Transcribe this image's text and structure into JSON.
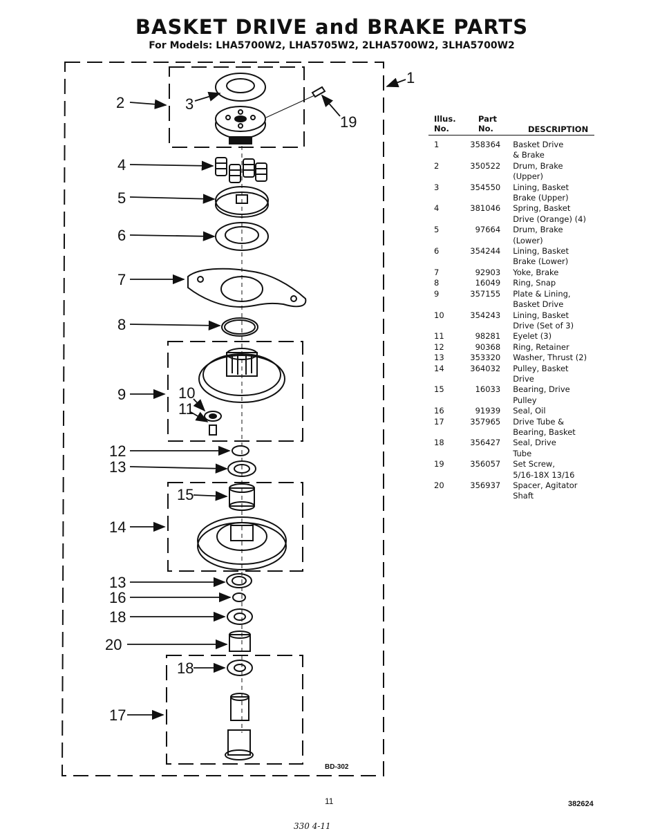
{
  "header": {
    "title": "BASKET DRIVE and BRAKE PARTS",
    "subtitle": "For Models: LHA5700W2, LHA5705W2, 2LHA5700W2, 3LHA5700W2"
  },
  "diagram": {
    "callouts": [
      "1",
      "2",
      "3",
      "19",
      "4",
      "5",
      "6",
      "7",
      "8",
      "9",
      "10",
      "11",
      "12",
      "13",
      "15",
      "14",
      "13",
      "16",
      "18",
      "20",
      "18",
      "17"
    ],
    "stamp": "BD-302"
  },
  "table": {
    "headers": {
      "illus": "Illus.\nNo.",
      "part": "Part\nNo.",
      "description": "DESCRIPTION"
    },
    "rows": [
      {
        "no": "1",
        "part": "358364",
        "desc": "Basket Drive\n& Brake"
      },
      {
        "no": "2",
        "part": "350522",
        "desc": "Drum, Brake\n(Upper)"
      },
      {
        "no": "3",
        "part": "354550",
        "desc": "Lining, Basket\nBrake (Upper)"
      },
      {
        "no": "4",
        "part": "381046",
        "desc": "Spring, Basket\nDrive (Orange) (4)"
      },
      {
        "no": "5",
        "part": "97664",
        "desc": "Drum, Brake\n(Lower)"
      },
      {
        "no": "6",
        "part": "354244",
        "desc": "Lining, Basket\nBrake (Lower)"
      },
      {
        "no": "7",
        "part": "92903",
        "desc": "Yoke, Brake"
      },
      {
        "no": "8",
        "part": "16049",
        "desc": "Ring, Snap"
      },
      {
        "no": "9",
        "part": "357155",
        "desc": "Plate & Lining,\nBasket Drive"
      },
      {
        "no": "10",
        "part": "354243",
        "desc": "Lining, Basket\nDrive (Set of 3)"
      },
      {
        "no": "11",
        "part": "98281",
        "desc": "Eyelet (3)"
      },
      {
        "no": "12",
        "part": "90368",
        "desc": "Ring, Retainer"
      },
      {
        "no": "13",
        "part": "353320",
        "desc": "Washer, Thrust (2)"
      },
      {
        "no": "14",
        "part": "364032",
        "desc": "Pulley, Basket\nDrive"
      },
      {
        "no": "15",
        "part": "16033",
        "desc": "Bearing, Drive\nPulley"
      },
      {
        "no": "16",
        "part": "91939",
        "desc": "Seal, Oil"
      },
      {
        "no": "17",
        "part": "357965",
        "desc": "Drive Tube &\nBearing, Basket"
      },
      {
        "no": "18",
        "part": "356427",
        "desc": "Seal, Drive\nTube"
      },
      {
        "no": "19",
        "part": "356057",
        "desc": "Set Screw,\n5/16-18X 13/16"
      },
      {
        "no": "20",
        "part": "356937",
        "desc": "Spacer, Agitator\nShaft"
      }
    ]
  },
  "footer": {
    "page_number": "11",
    "doc_number": "382624",
    "handwritten": "330 4-11"
  }
}
